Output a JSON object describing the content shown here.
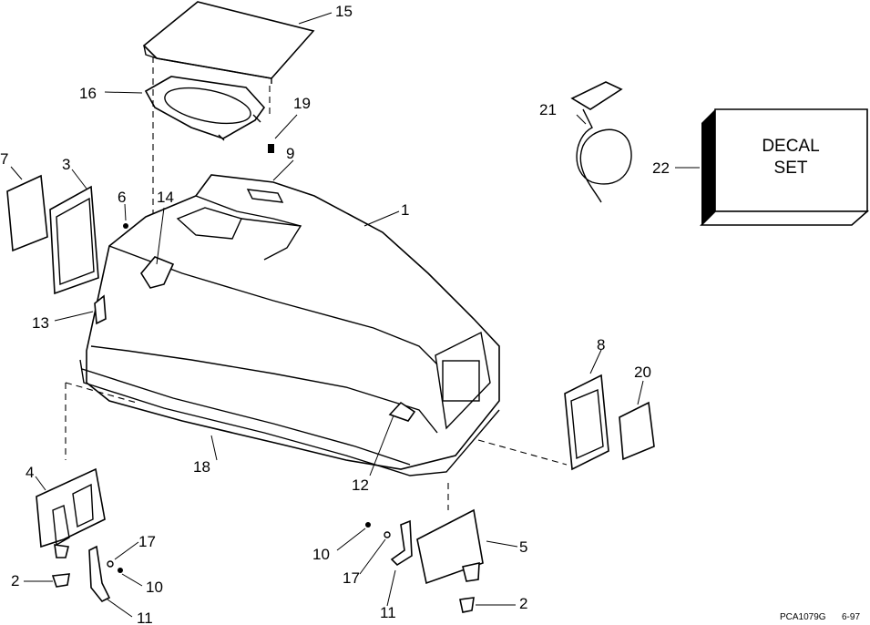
{
  "callouts": {
    "c1": "1",
    "c2a": "2",
    "c2b": "2",
    "c3": "3",
    "c4": "4",
    "c5": "5",
    "c6": "6",
    "c7": "7",
    "c8": "8",
    "c9": "9",
    "c10a": "10",
    "c10b": "10",
    "c11a": "11",
    "c11b": "11",
    "c12": "12",
    "c13": "13",
    "c14": "14",
    "c15": "15",
    "c16": "16",
    "c17a": "17",
    "c17b": "17",
    "c18": "18",
    "c19": "19",
    "c20": "20",
    "c21": "21",
    "c22": "22"
  },
  "decal_box": {
    "line1": "DECAL",
    "line2": "SET"
  },
  "footer": {
    "code": "PCA1079G",
    "date": "6-97"
  }
}
